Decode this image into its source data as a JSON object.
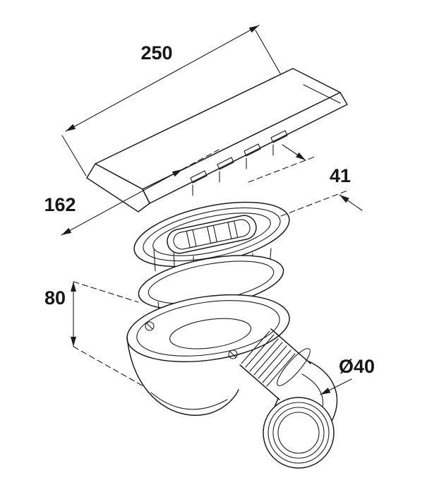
{
  "figure": {
    "type": "technical-line-drawing",
    "subject": "exploded view of a shower drain trap with cover plate, flange, sealing ring, trap body and outlet elbow",
    "line_color": "#1c1c1c",
    "background": "#ffffff"
  },
  "dims": {
    "d250": {
      "label": "250"
    },
    "d162": {
      "label": "162"
    },
    "d41": {
      "label": "41"
    },
    "d80": {
      "label": "80"
    },
    "d40": {
      "label": "Ø40"
    }
  }
}
